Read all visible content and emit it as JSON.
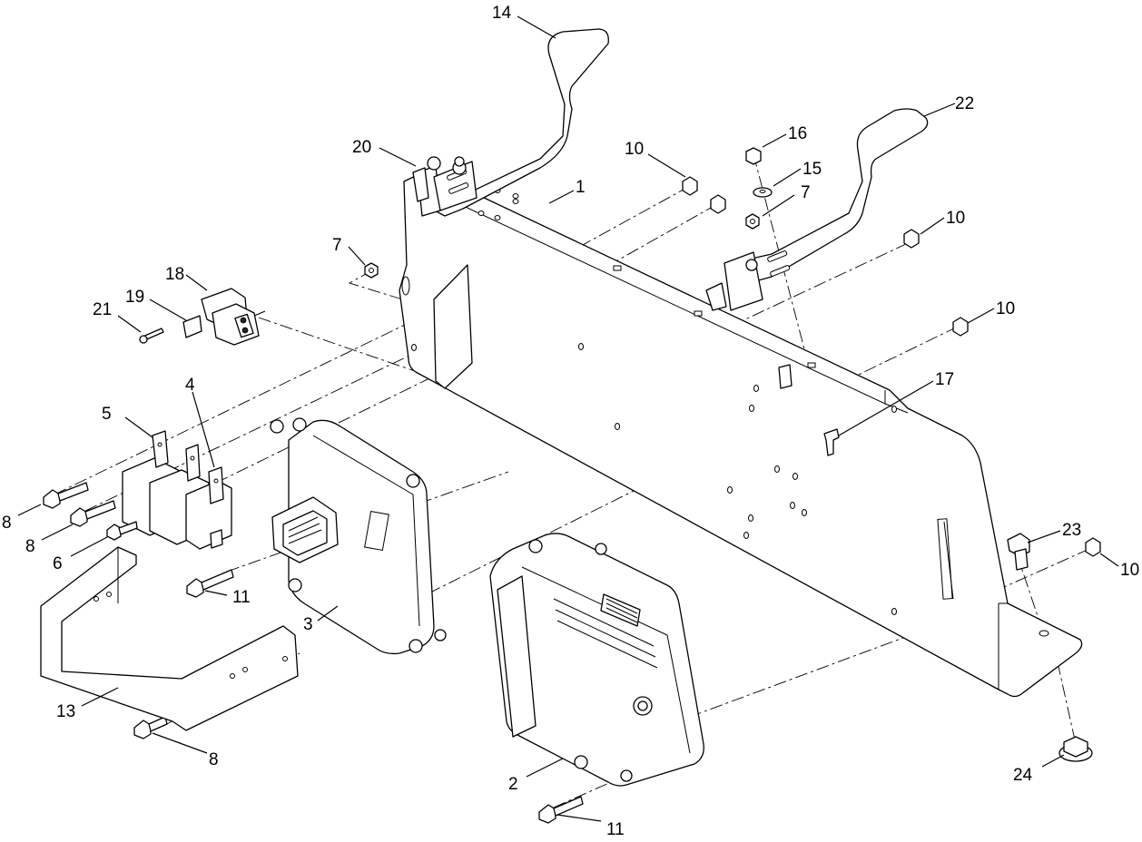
{
  "callouts": [
    {
      "id": "c1",
      "label": "1"
    },
    {
      "id": "c2",
      "label": "2"
    },
    {
      "id": "c3",
      "label": "3"
    },
    {
      "id": "c4",
      "label": "4"
    },
    {
      "id": "c5",
      "label": "5"
    },
    {
      "id": "c6",
      "label": "6"
    },
    {
      "id": "c7a",
      "label": "7"
    },
    {
      "id": "c7b",
      "label": "7"
    },
    {
      "id": "c8a",
      "label": "8"
    },
    {
      "id": "c8b",
      "label": "8"
    },
    {
      "id": "c8c",
      "label": "8"
    },
    {
      "id": "c10a",
      "label": "10"
    },
    {
      "id": "c10b",
      "label": "10"
    },
    {
      "id": "c10c",
      "label": "10"
    },
    {
      "id": "c10d",
      "label": "10"
    },
    {
      "id": "c11a",
      "label": "11"
    },
    {
      "id": "c11b",
      "label": "11"
    },
    {
      "id": "c13",
      "label": "13"
    },
    {
      "id": "c14",
      "label": "14"
    },
    {
      "id": "c15",
      "label": "15"
    },
    {
      "id": "c16",
      "label": "16"
    },
    {
      "id": "c17",
      "label": "17"
    },
    {
      "id": "c18",
      "label": "18"
    },
    {
      "id": "c19",
      "label": "19"
    },
    {
      "id": "c20",
      "label": "20"
    },
    {
      "id": "c21",
      "label": "21"
    },
    {
      "id": "c22",
      "label": "22"
    },
    {
      "id": "c23",
      "label": "23"
    },
    {
      "id": "c24",
      "label": "24"
    }
  ]
}
